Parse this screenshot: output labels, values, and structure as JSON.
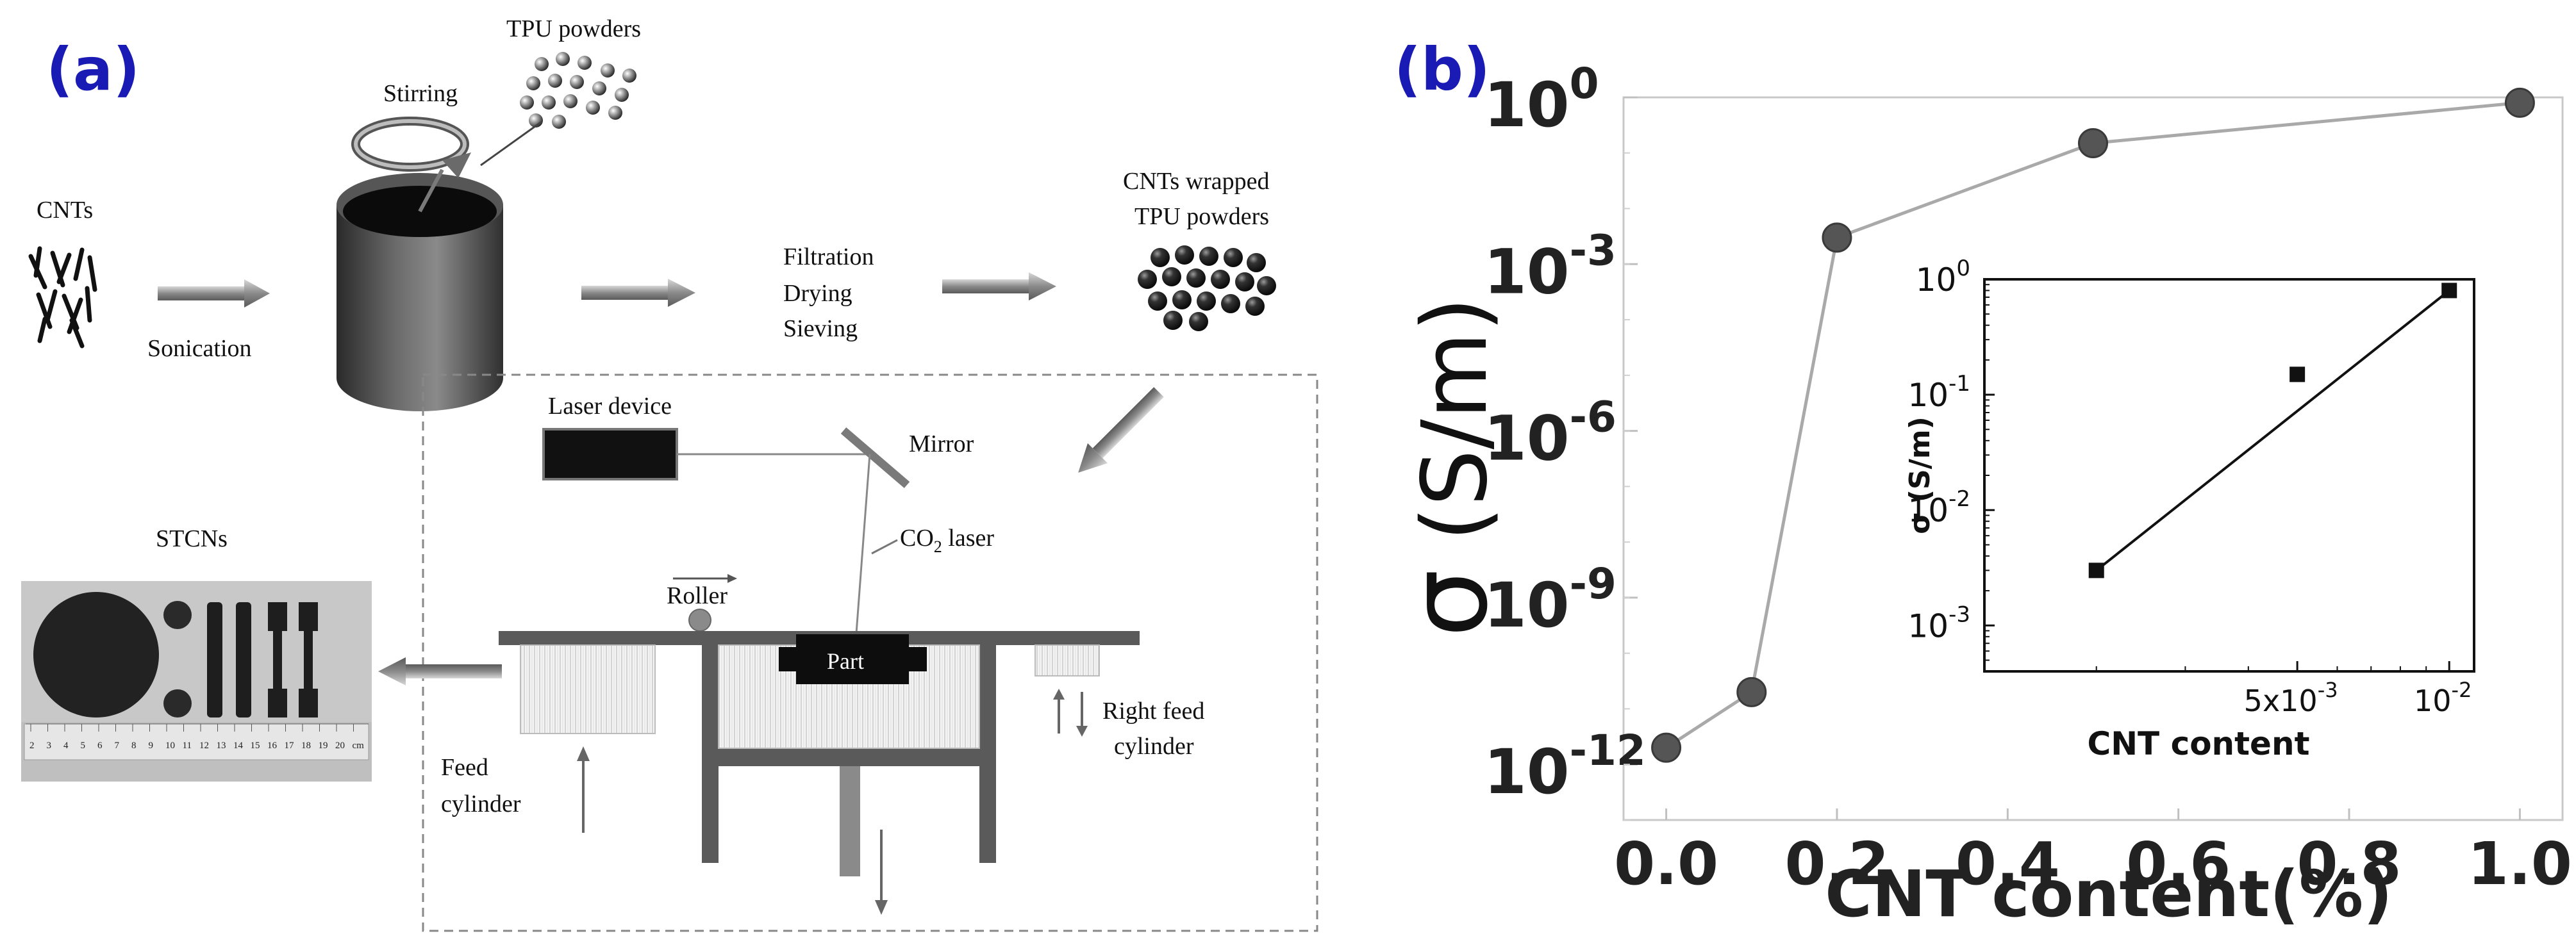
{
  "panel_a": {
    "label": "(a)",
    "tpu_powders": "TPU powders",
    "stirring": "Stirring",
    "cnts": "CNTs",
    "sonication": "Sonication",
    "filtration": "Filtration",
    "drying": "Drying",
    "sieving": "Sieving",
    "wrapped_line1": "CNTs wrapped",
    "wrapped_line2": "TPU powders",
    "laser_device": "Laser device",
    "mirror": "Mirror",
    "co2_laser_pre": "CO",
    "co2_laser_sub": "2",
    "co2_laser_post": " laser",
    "roller": "Roller",
    "part": "Part",
    "stcns": "STCNs",
    "feed_line1": "Feed",
    "feed_line2": "cylinder",
    "right_feed_line1": "Right feed",
    "right_feed_line2": "cylinder",
    "ruler_ticks": [
      "2",
      "3",
      "4",
      "5",
      "6",
      "7",
      "8",
      "9",
      "10",
      "11",
      "12",
      "13",
      "14",
      "15",
      "16",
      "17",
      "18",
      "19",
      "20",
      "cm"
    ]
  },
  "panel_b": {
    "label": "(b)",
    "ylabel_symbol": "σ",
    "ylabel_unit": "(S/m)",
    "xlabel": "CNT content(%)",
    "inset_ylabel": "σ  (S/m)",
    "inset_xlabel": "CNT content"
  },
  "chart_data": [
    {
      "type": "line",
      "title": "",
      "xlabel": "CNT content(%)",
      "ylabel": "σ (S/m)",
      "yscale": "log",
      "xlim": [
        -0.05,
        1.05
      ],
      "ylim": [
        1e-13,
        1
      ],
      "x_ticks": [
        "0.0",
        "0.2",
        "0.4",
        "0.6",
        "0.8",
        "1.0"
      ],
      "y_ticks": [
        {
          "value": 1e-12,
          "base": "10",
          "exp": "-12"
        },
        {
          "value": 1e-09,
          "base": "10",
          "exp": "-9"
        },
        {
          "value": 1e-06,
          "base": "10",
          "exp": "-6"
        },
        {
          "value": 0.001,
          "base": "10",
          "exp": "-3"
        },
        {
          "value": 1,
          "base": "10",
          "exp": "0"
        }
      ],
      "series": [
        {
          "x": [
            0.0,
            0.1,
            0.2,
            0.5,
            1.0
          ],
          "y": [
            2e-12,
            2e-11,
            0.003,
            0.15,
            0.8
          ],
          "color": "#555555",
          "line_color": "#a9a9a9"
        }
      ]
    },
    {
      "type": "scatter",
      "title": "",
      "xlabel": "CNT content",
      "ylabel": "σ (S/m)",
      "xscale": "log",
      "yscale": "log",
      "xlim": [
        0.0012,
        0.0112
      ],
      "ylim": [
        0.0004,
        1
      ],
      "x_ticks": [
        {
          "value": 0.005,
          "mant": "5x10",
          "exp": "-3"
        },
        {
          "value": 0.01,
          "mant": "10",
          "exp": "-2"
        }
      ],
      "y_ticks": [
        {
          "value": 0.001,
          "base": "10",
          "exp": "-3"
        },
        {
          "value": 0.01,
          "base": "10",
          "exp": "-2"
        },
        {
          "value": 0.1,
          "base": "10",
          "exp": "-1"
        },
        {
          "value": 1,
          "base": "10",
          "exp": "0"
        }
      ],
      "series": [
        {
          "x": [
            0.002,
            0.005,
            0.01
          ],
          "y": [
            0.003,
            0.15,
            0.8
          ],
          "color": "#111111"
        }
      ],
      "fit_line": {
        "x": [
          0.002,
          0.01
        ],
        "y": [
          0.003,
          0.8
        ]
      }
    }
  ]
}
